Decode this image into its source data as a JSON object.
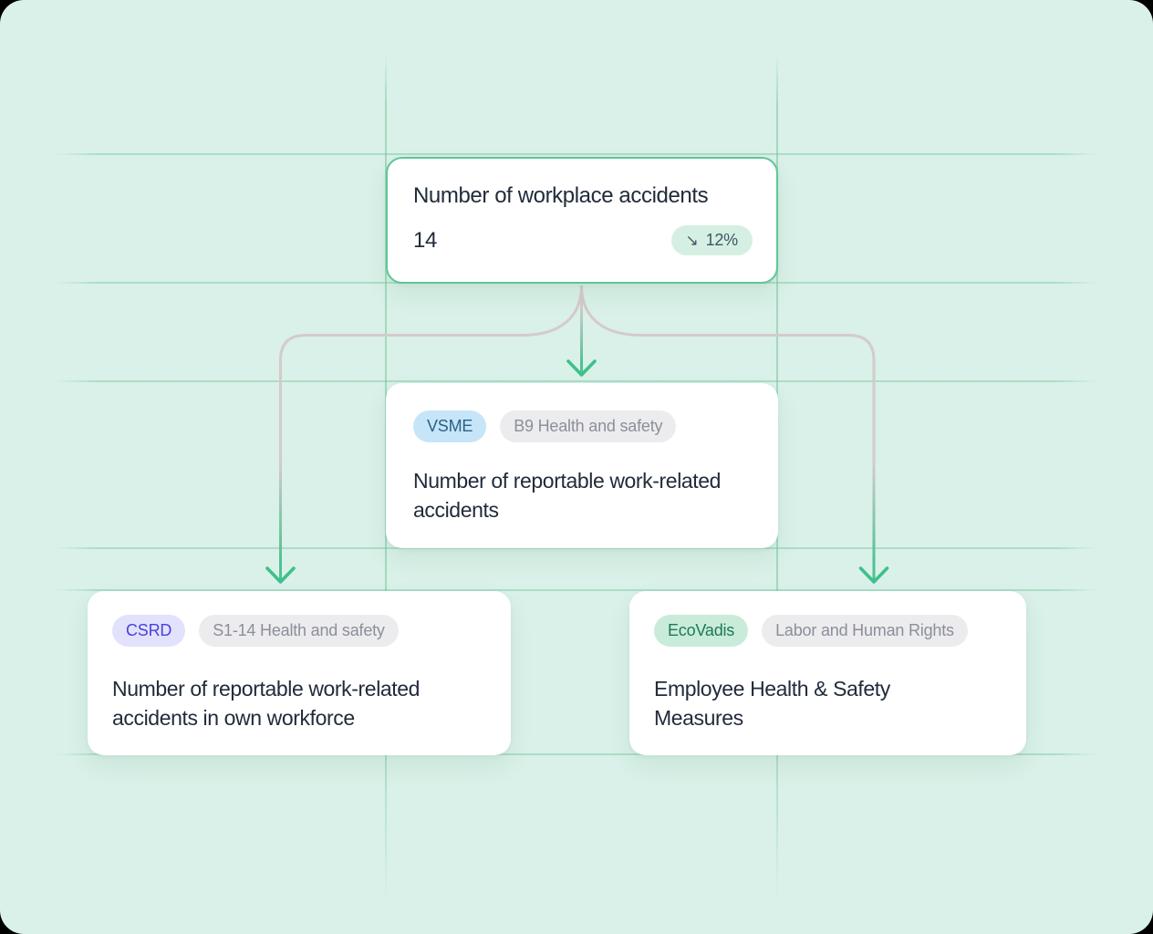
{
  "diagram": {
    "root_node": {
      "title": "Number of workplace accidents",
      "value": "14",
      "badge": {
        "icon": "trend-down-icon",
        "glyph": "↘",
        "label": "12%"
      }
    },
    "vsme_node": {
      "tags": [
        {
          "label": "VSME",
          "type": "vsme"
        },
        {
          "label": "B9 Health and safety",
          "type": "neutral"
        }
      ],
      "title": "Number of reportable work-related accidents"
    },
    "csrd_node": {
      "tags": [
        {
          "label": "CSRD",
          "type": "csrd"
        },
        {
          "label": "S1-14 Health and safety",
          "type": "neutral"
        }
      ],
      "title": "Number of reportable work-related accidents in own workforce"
    },
    "ecovadis_node": {
      "tags": [
        {
          "label": "EcoVadis",
          "type": "ecovadis"
        },
        {
          "label": "Labor and Human Rights",
          "type": "neutral"
        }
      ],
      "title": "Employee Health & Safety Measures"
    },
    "colors": {
      "canvas_bg": "#d9f1e8",
      "grid_line": "#74c69d",
      "root_border_green": "#5dc795",
      "arrow_green": "#3ec08a",
      "connector_gray": "#d4cbca",
      "badge_bg": "#d5f0e3",
      "title_text": "#212b3b",
      "vsme_tag_bg": "#c7e5f8",
      "vsme_tag_text": "#2b6186",
      "csrd_tag_bg": "#e2e2fc",
      "csrd_tag_text": "#4a41dd",
      "ecovadis_tag_bg": "#c9ecda",
      "ecovadis_tag_text": "#1e7a51",
      "neutral_tag_bg": "#ececef",
      "neutral_tag_text": "#8b8f99"
    }
  }
}
